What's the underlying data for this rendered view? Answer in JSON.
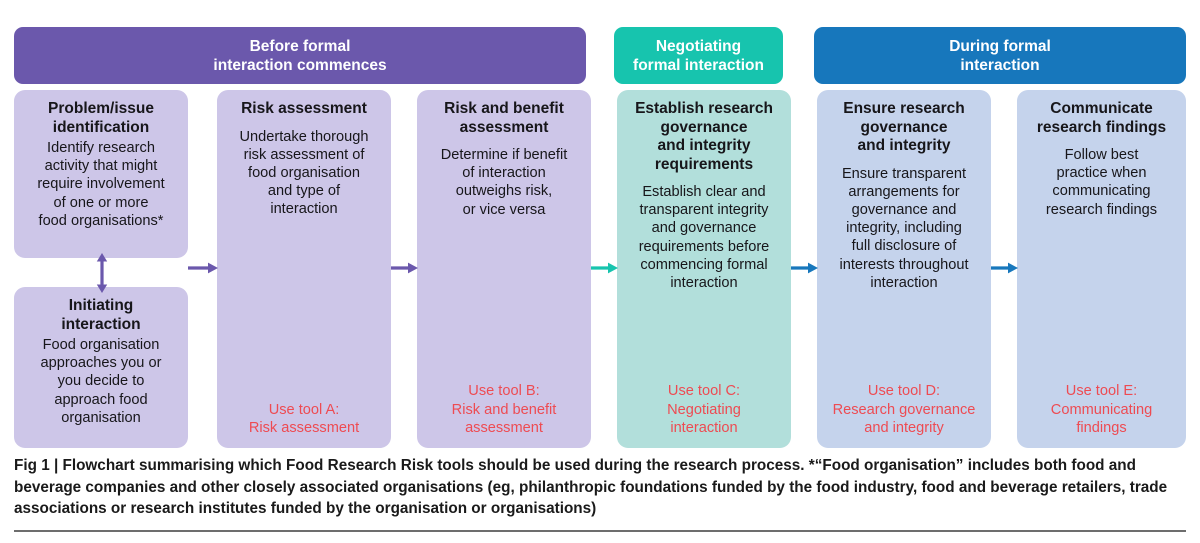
{
  "figure": {
    "caption": "Fig 1 | Flowchart summarising which Food Research Risk tools should be used during the research process. *“Food organisation” includes both food and beverage companies and other closely associated organisations (eg, philanthropic foundations funded by the food industry, food and beverage retailers, trade associations or research institutes funded by the organisation or organisations)"
  },
  "colors": {
    "phase_purple": "#6B58AC",
    "phase_teal": "#17C4AE",
    "phase_blue": "#1777BC",
    "card_lavender": "#CDC6E8",
    "card_teal": "#B2DFDB",
    "card_blue_grey": "#C5D3EC",
    "tool_red": "#EE4B52",
    "arrow_purple": "#6B58AC",
    "arrow_teal": "#17C4AE",
    "arrow_blue": "#1777BC",
    "caption_text": "#1A1A1A",
    "rule": "#6D6D6D"
  },
  "phases": [
    {
      "id": "before-formal-interaction-commences",
      "label": "Before formal\ninteraction commences"
    },
    {
      "id": "negotiating-formal-interaction",
      "label": "Negotiating\nformal interaction"
    },
    {
      "id": "during-formal-interaction",
      "label": "During formal\ninteraction"
    }
  ],
  "cards": [
    {
      "id": "problem-issue-identification",
      "title": "Problem/issue\nidentification",
      "body": "Identify research\nactivity that might\nrequire involvement\nof one or more\nfood organisations*",
      "tool": ""
    },
    {
      "id": "initiating-interaction",
      "title": "Initiating\ninteraction",
      "body": "Food organisation\napproaches you or\nyou decide to\napproach food\norganisation",
      "tool": ""
    },
    {
      "id": "risk-assessment",
      "title": "Risk assessment",
      "body": "Undertake thorough\nrisk assessment of\nfood organisation\nand type of\ninteraction",
      "tool": "Use tool A:\nRisk assessment"
    },
    {
      "id": "risk-and-benefit-assessment",
      "title": "Risk and benefit\nassessment",
      "body": "Determine if benefit\nof interaction\noutweighs risk,\nor vice versa",
      "tool": "Use tool B:\nRisk and benefit\nassessment"
    },
    {
      "id": "establish-research-governance-and-integrity-requirements",
      "title": "Establish research\ngovernance\nand integrity\nrequirements",
      "body": "Establish clear and\ntransparent integrity\nand governance\nrequirements before\ncommencing formal\ninteraction",
      "tool": "Use tool C:\nNegotiating\ninteraction"
    },
    {
      "id": "ensure-research-governance-and-integrity",
      "title": "Ensure research\ngovernance\nand integrity",
      "body": "Ensure transparent\narrangements for\ngovernance and\nintegrity, including\nfull disclosure of\ninterests throughout\ninteraction",
      "tool": "Use tool D:\nResearch governance\nand integrity"
    },
    {
      "id": "communicate-research-findings",
      "title": "Communicate\nresearch findings",
      "body": "Follow best\npractice when\ncommunicating\nresearch findings",
      "tool": "Use tool E:\nCommunicating\nfindings"
    }
  ],
  "arrows": [
    {
      "id": "problem-to-initiating",
      "direction": "vertical-double",
      "color": "#6B58AC"
    },
    {
      "id": "identification-to-risk-assessment",
      "direction": "right",
      "color": "#6B58AC"
    },
    {
      "id": "risk-assessment-to-risk-and-benefit",
      "direction": "right",
      "color": "#6B58AC"
    },
    {
      "id": "risk-and-benefit-to-establish",
      "direction": "right",
      "color": "#17C4AE"
    },
    {
      "id": "establish-to-ensure",
      "direction": "right",
      "color": "#1777BC"
    },
    {
      "id": "ensure-to-communicate",
      "direction": "right",
      "color": "#1777BC"
    }
  ]
}
